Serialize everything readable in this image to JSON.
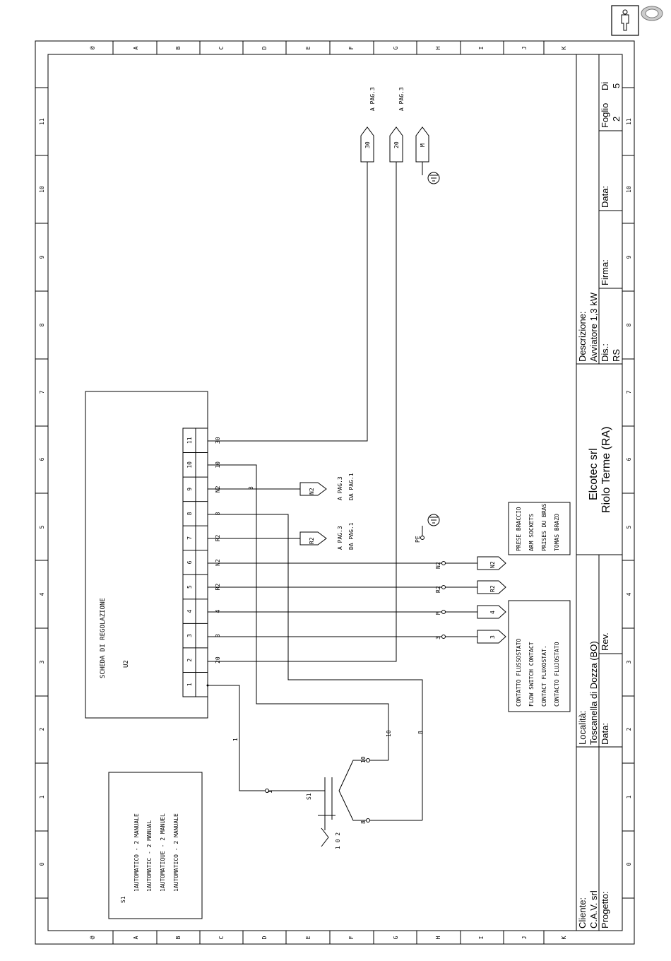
{
  "grid": {
    "row_letters": [
      "@",
      "A",
      "B",
      "C",
      "D",
      "E",
      "F",
      "G",
      "H",
      "I",
      "J",
      "K"
    ],
    "col_numbers": [
      "11",
      "10",
      "9",
      "8",
      "7",
      "6",
      "5",
      "4",
      "3",
      "2",
      "1",
      "0"
    ]
  },
  "board": {
    "title": "SCHEDA DI REGOLAZIONE",
    "id": "U2",
    "pins": [
      "1",
      "2",
      "3",
      "4",
      "5",
      "6",
      "7",
      "8",
      "9",
      "10",
      "11"
    ],
    "wire_labels": [
      "",
      "20",
      "3",
      "4",
      "R2",
      "N2",
      "R2",
      "8",
      "N2",
      "10",
      "30"
    ]
  },
  "offpage": {
    "t30": {
      "tag": "30",
      "ref": "A PAG.3"
    },
    "t20": {
      "tag": "20",
      "ref": "A PAG.3"
    },
    "tM": {
      "tag": "M"
    },
    "tN2": {
      "tag": "N2",
      "ref1": "A PAG.3",
      "ref2": "DA PAG.1"
    },
    "tR2": {
      "tag": "R2",
      "ref1": "A PAG.3",
      "ref2": "DA PAG.1"
    }
  },
  "terminals": {
    "pe": "PE",
    "n2": "N2",
    "r2": "R2",
    "m": "M",
    "t3": "3",
    "box_n2": "N2",
    "box_r2": "R2",
    "box_4": "4",
    "box_3": "3"
  },
  "sockets_note": [
    "PRESE BRACCIO",
    "ARM SOCKETS",
    "PRISES DU BRAS",
    "TOMAS BRAZO"
  ],
  "flow_note": [
    "CONTATTO FLUSSOSTATO",
    "FLOW SWITCH CONTACT",
    "CONTACT FLUXOSTAT.",
    "CONTACTO FLUJOSTATO"
  ],
  "switch": {
    "id": "S1",
    "wire_1": "1",
    "wire_10": "10",
    "wire_8": "8",
    "term_1": "1",
    "term_10": "10",
    "term_8": "8",
    "positions": "1 0 2"
  },
  "legend": {
    "title": "S1",
    "lines": [
      "1AUTOMATICO - 2 MANUALE",
      "1AUTOMATIC - 2 MANUAL",
      "1AUTOMATIQUE - 2 MANUEL",
      "1AUTOMATICO - 2 MANUALE"
    ]
  },
  "title_block": {
    "company": "Elcotec srl",
    "city": "Riolo Terme (RA)",
    "desc_label": "Descrizione:",
    "desc_value": "Avviatore 1,3 kW",
    "dis_label": "Dis.:",
    "dis_value": "RS",
    "firma_label": "Firma:",
    "data_label": "Data:",
    "foglio_label": "Foglio",
    "foglio_value": "2",
    "di_label": "Di",
    "di_value": "5",
    "localita_label": "Località:",
    "localita_value": "Toscanella di Dozza (BO)",
    "data2_label": "Data:",
    "rev_label": "Rev.",
    "cliente_label": "Cliente:",
    "cliente_value": "C.A.V. srl",
    "progetto_label": "Progetto:"
  }
}
